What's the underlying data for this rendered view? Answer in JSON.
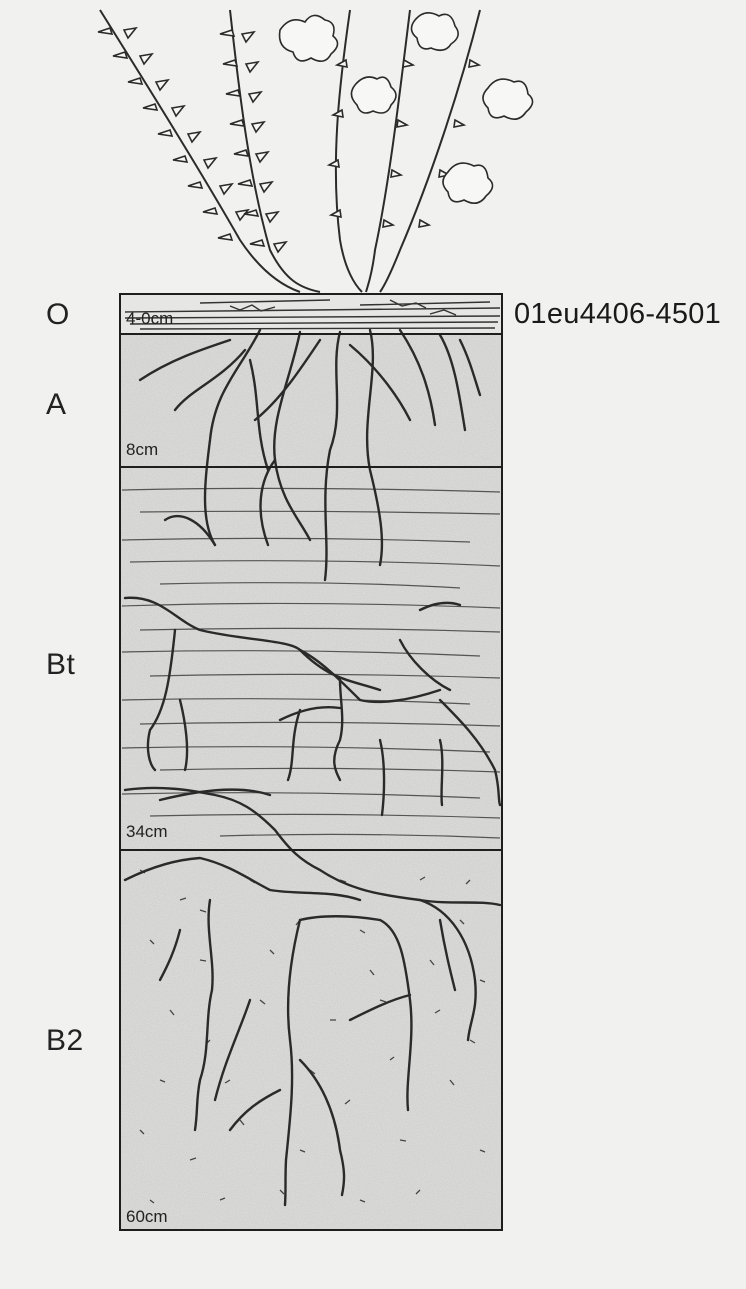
{
  "sample_id": "01eu4406-4501",
  "horizons": [
    {
      "name": "O",
      "depth_label": "4-0cm"
    },
    {
      "name": "A",
      "depth_label": "8cm"
    },
    {
      "name": "Bt",
      "depth_label": "34cm"
    },
    {
      "name": "B2",
      "depth_label": "60cm"
    }
  ]
}
